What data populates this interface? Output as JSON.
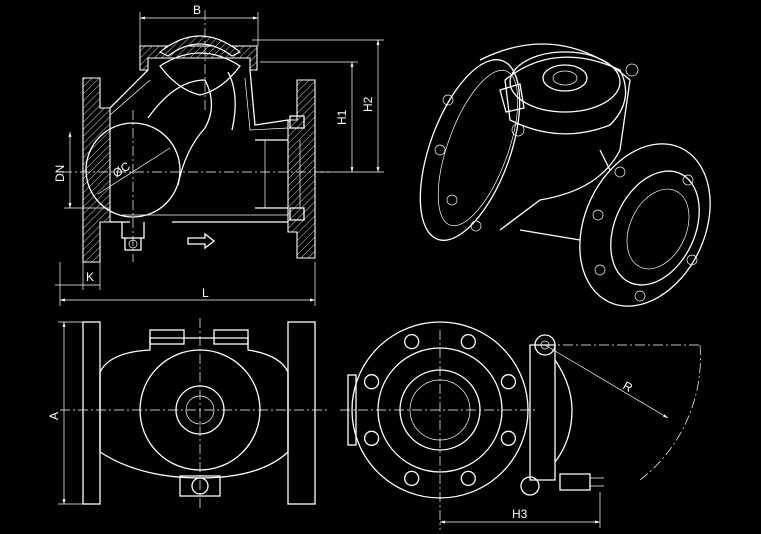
{
  "dimensions": {
    "b": "B",
    "h1": "H1",
    "h2": "H2",
    "dn": "DN",
    "k": "K",
    "l": "L",
    "a": "A",
    "h3": "H3",
    "r": "R",
    "oc": "ØC"
  },
  "colors": {
    "background": "#000000",
    "lines": "#ffffff"
  }
}
